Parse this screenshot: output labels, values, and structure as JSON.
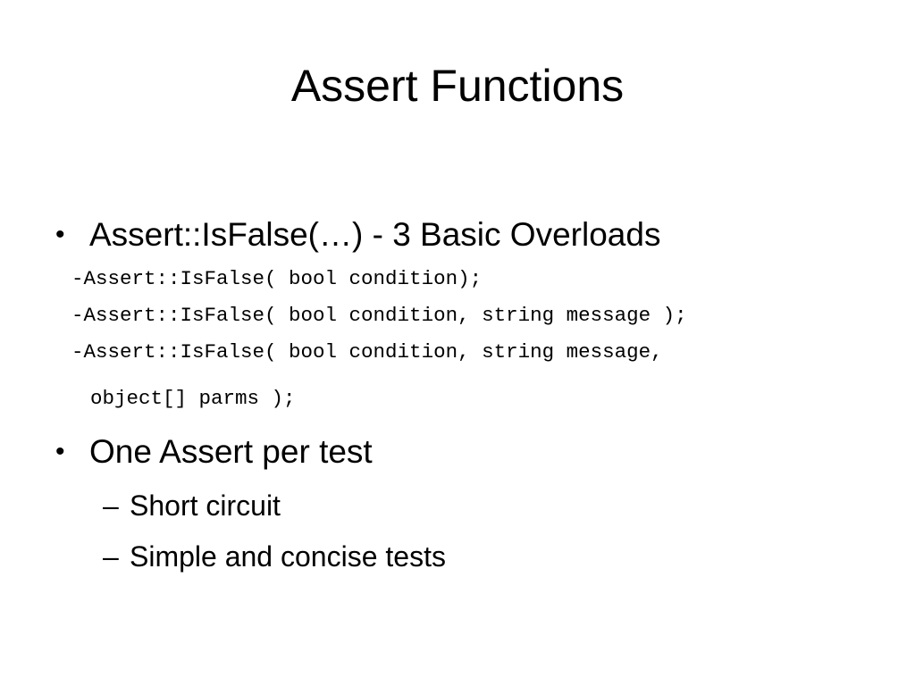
{
  "slide": {
    "title": "Assert Functions",
    "bullets": [
      {
        "marker": "•",
        "text": "Assert::IsFalse(…) - 3 Basic Overloads",
        "code_lines": [
          "-Assert::IsFalse( bool condition);",
          "-Assert::IsFalse( bool condition, string message );",
          "-Assert::IsFalse( bool condition, string message,",
          "object[] parms );"
        ]
      },
      {
        "marker": "•",
        "text": "One Assert per test",
        "sub_items": [
          {
            "marker": "–",
            "text": "Short circuit"
          },
          {
            "marker": "–",
            "text": "Simple and concise tests"
          }
        ]
      }
    ]
  }
}
